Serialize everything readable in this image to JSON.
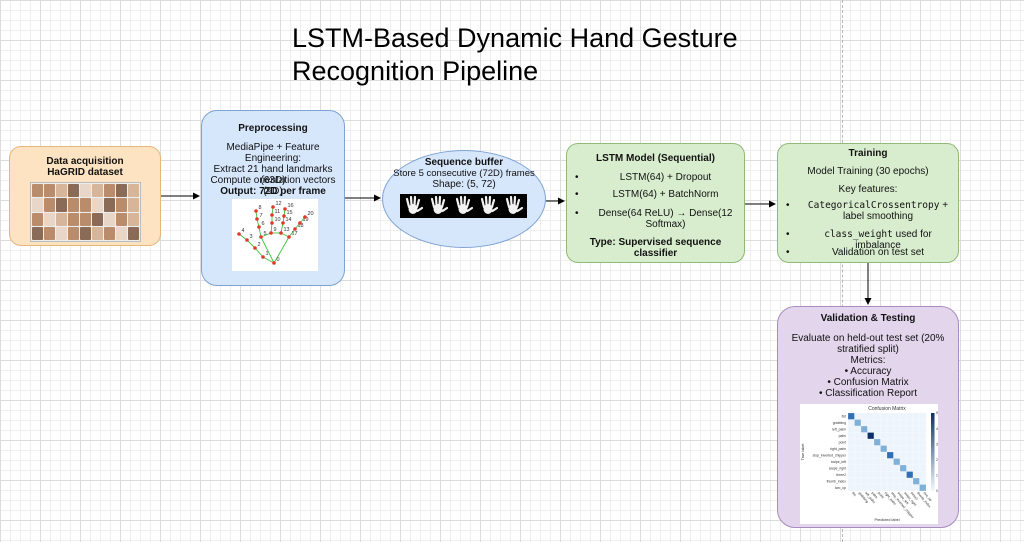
{
  "title": {
    "line1": "LSTM-Based Dynamic Hand Gesture",
    "line2": "Recognition Pipeline"
  },
  "data_acquisition": {
    "heading_line1": "Data acquisition",
    "heading_line2": "HaGRID dataset"
  },
  "preprocessing": {
    "heading": "Preprocessing",
    "line1": "MediaPipe + Feature",
    "line2": "Engineering:",
    "line3": "Extract 21 hand landmarks (63D)",
    "line4": "Compute orientation vectors (9D)",
    "output": "Output: 72D per frame",
    "landmark_labels": [
      "0",
      "1",
      "2",
      "3",
      "4",
      "5",
      "6",
      "7",
      "8",
      "9",
      "10",
      "11",
      "12",
      "13",
      "14",
      "15",
      "16",
      "17",
      "18",
      "19",
      "20"
    ]
  },
  "sequence_buffer": {
    "heading": "Sequence buffer",
    "line1": "Store 5 consecutive (72D) frames",
    "line2": "Shape: (5, 72)"
  },
  "lstm_model": {
    "heading": "LSTM Model (Sequential)",
    "items": [
      "LSTM(64) + Dropout",
      "LSTM(64) + BatchNorm",
      "Dense(64 ReLU) → Dense(12 Softmax)"
    ],
    "type_label": "Type: Supervised sequence classifier"
  },
  "training": {
    "heading": "Training",
    "line1": "Model Training (30 epochs)",
    "key_features": "Key features:",
    "item1_code": "CategoricalCrossentropy",
    "item1_rest": " + label smoothing",
    "item2_code": "class_weight",
    "item2_rest": " used for imbalance",
    "item3": "Validation on test set"
  },
  "validation": {
    "heading": "Validation & Testing",
    "line1": "Evaluate on held-out test set (20%",
    "line2": "stratified split)",
    "metrics_label": "Metrics:",
    "metrics": [
      "• Accuracy",
      "• Confusion Matrix",
      "• Classification Report"
    ],
    "matrix": {
      "title": "Confusion Matrix",
      "ylabel": "True label",
      "xlabel": "Predicted label",
      "classes": [
        "fist",
        "grabbing",
        "left_palm",
        "palm",
        "point",
        "right_palm",
        "stop_inverted_chipper",
        "swipe_left",
        "swipe_right",
        "three2",
        "thumb_index",
        "two_up"
      ],
      "colorbar_ticks": [
        "0",
        "10",
        "20",
        "30",
        "40",
        "50"
      ]
    }
  },
  "bullet": "•",
  "colors": {
    "orange_fill": "#fde3c2",
    "blue_fill": "#d6e6fb",
    "green_fill": "#d8edce",
    "purple_fill": "#e2d5ec"
  }
}
